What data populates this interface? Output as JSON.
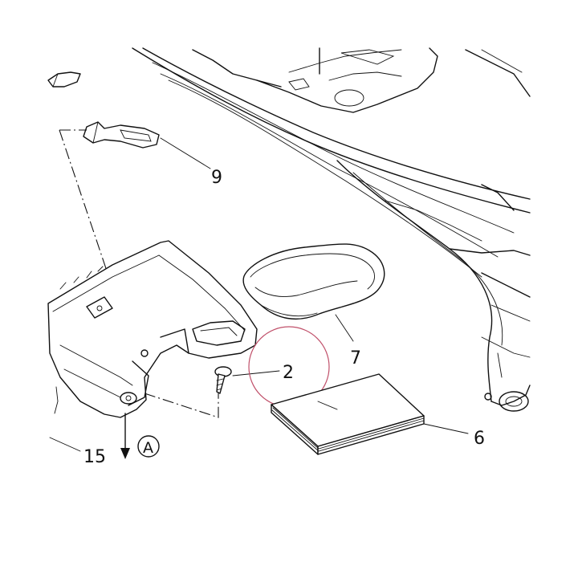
{
  "callouts": {
    "c9": "9",
    "c2": "2",
    "c7": "7",
    "c6": "6",
    "c15": "15",
    "cA": "A"
  },
  "highlight_color": "#c0506a"
}
